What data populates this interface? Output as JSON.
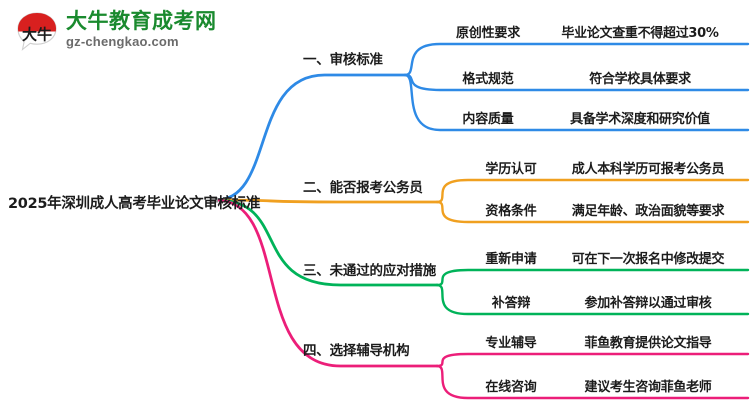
{
  "logo": {
    "mark_icon": "speech-bubble-logo-icon",
    "mark_text": "大牛",
    "name_cn": "大牛教育成考网",
    "name_en": "gz-chengkao.com",
    "color_cn": "#1a8a2e",
    "color_en": "#6b6b6b",
    "color_mark": "#d8201f"
  },
  "mindmap": {
    "root": {
      "title": "2025年深圳成人高考毕业论文审核标准"
    },
    "branches": [
      {
        "title": "一、审核标准",
        "color": "#2e8ae6",
        "children": [
          {
            "label": "原创性要求",
            "desc": "毕业论文查重不得超过30%"
          },
          {
            "label": "格式规范",
            "desc": "符合学校具体要求"
          },
          {
            "label": "内容质量",
            "desc": "具备学术深度和研究价值"
          }
        ]
      },
      {
        "title": "二、能否报考公务员",
        "color": "#f0a020",
        "children": [
          {
            "label": "学历认可",
            "desc": "成人本科学历可报考公务员"
          },
          {
            "label": "资格条件",
            "desc": "满足年龄、政治面貌等要求"
          }
        ]
      },
      {
        "title": "三、未通过的应对措施",
        "color": "#00b359",
        "children": [
          {
            "label": "重新申请",
            "desc": "可在下一次报名中修改提交"
          },
          {
            "label": "补答辩",
            "desc": "参加补答辩以通过审核"
          }
        ]
      },
      {
        "title": "四、选择辅导机构",
        "color": "#ec1e79",
        "children": [
          {
            "label": "专业辅导",
            "desc": "菲鱼教育提供论文指导"
          },
          {
            "label": "在线咨询",
            "desc": "建议考生咨询菲鱼老师"
          }
        ]
      }
    ]
  }
}
